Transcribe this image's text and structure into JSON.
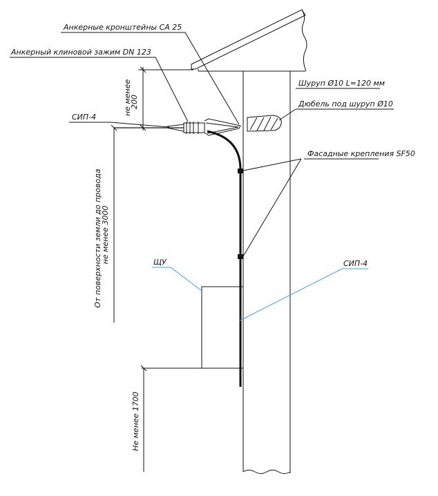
{
  "labels": {
    "anchor_brackets": "Анкерные кронштейны CA 25",
    "anchor_clamp": "Анкерный клиновой зажим DN 123",
    "screw": "Шуруп Ø10 L=120 мм",
    "dowel": "Дюбель под шуруп Ø10",
    "sip_left": "СИП-4",
    "facade_fasteners": "Фасадные крепления  SF50",
    "panel": "ЩУ",
    "sip_right": "СИП-4"
  },
  "dimensions": {
    "roof_gap_line1": "не менее",
    "roof_gap_line2": "200",
    "ground_height_line1": "От поверхности земли до провода",
    "ground_height_line2": "не менее 3000",
    "panel_height": "Не менее 1700"
  },
  "colors": {
    "line": "#111111",
    "leader_blue": "#3aa6e6"
  }
}
